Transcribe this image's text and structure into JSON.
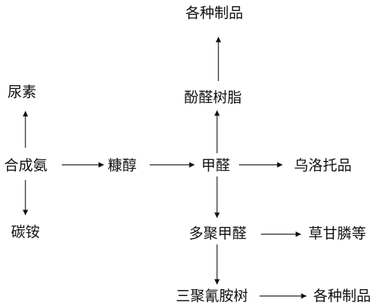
{
  "nodes": {
    "hecheng_an": "合成氨",
    "niaosu": "尿素",
    "tan_an": "碳铵",
    "kang_chun": "糠醇",
    "jia_quan": "甲醛",
    "wuluotuo_pin": "乌洛托品",
    "fen_quan_shuzhi": "酚醛树脂",
    "gezhong_zhipin_top": "各种制品",
    "duoju_jia_quan": "多聚甲醛",
    "cao_gan_lin_deng": "草甘膦等",
    "sanju_qing_an_shu": "三聚氰胺树",
    "gezhong_zhipin_bottom": "各种制品"
  },
  "colors": {
    "text": "#111111",
    "line": "#111111",
    "background": "#ffffff"
  }
}
